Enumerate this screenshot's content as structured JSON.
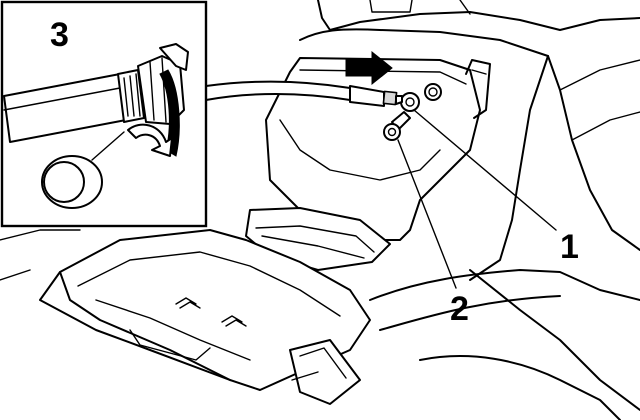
{
  "callouts": [
    {
      "label": "1"
    },
    {
      "label": "2"
    },
    {
      "label": "3"
    }
  ],
  "colors": {
    "line": "#000000",
    "background": "#ffffff",
    "shade": "#d8d8d8"
  }
}
